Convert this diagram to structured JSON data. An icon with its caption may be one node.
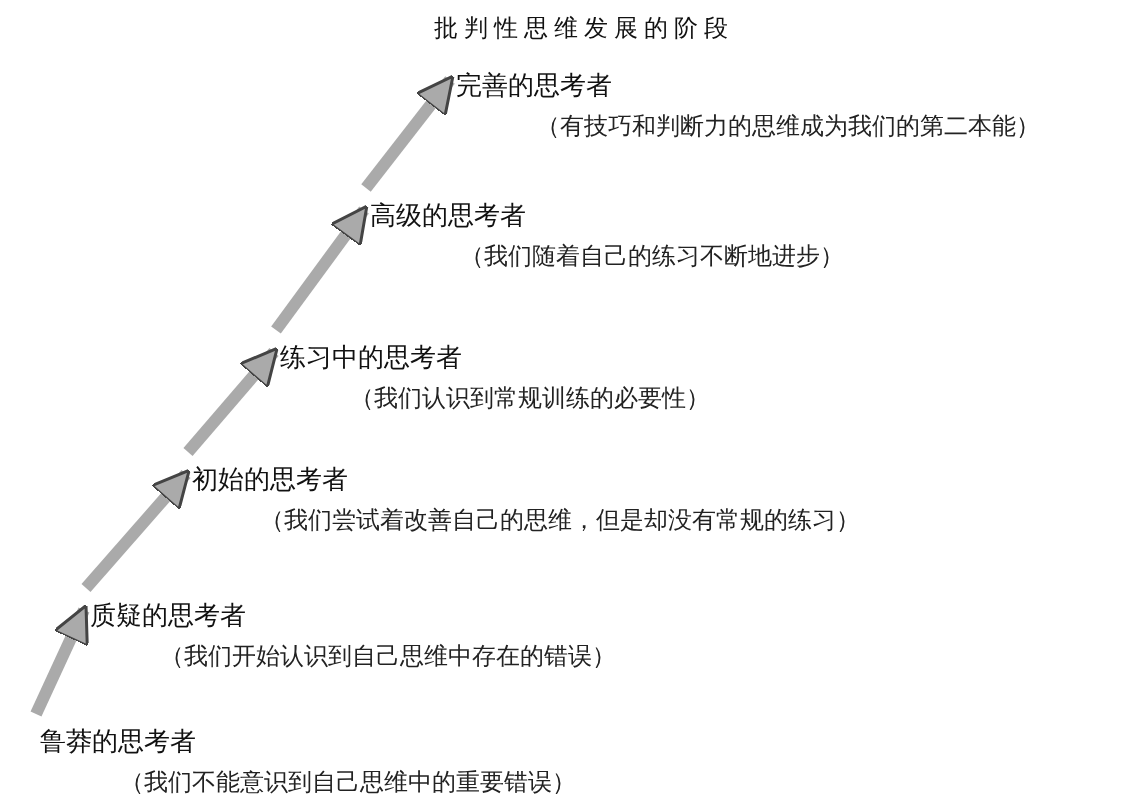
{
  "diagram": {
    "title": "批判性思维发展的阶段",
    "nodes": [
      {
        "text": [
          "鲁莽的思考者",
          "（我们不能意识到自己思维中的重要错误）"
        ]
      },
      {
        "text": [
          "质疑的思考者",
          "（我们开始认识到自己思维中存在的错误）"
        ]
      },
      {
        "text": [
          "初始的思考者",
          "（我们尝试着改善自己的思维，但是却没有常规的练习）"
        ]
      },
      {
        "text": [
          "练习中的思考者",
          "（我们认识到常规训练的必要性）"
        ]
      },
      {
        "text": [
          "高级的思考者",
          "（我们随着自己的练习不断地进步）"
        ]
      },
      {
        "text": [
          "完善的思考者",
          "（有技巧和判断力的思维成为我们的第二本能）"
        ]
      }
    ],
    "edges": [
      {
        "from": 0,
        "to": 1,
        "arrow": "to"
      },
      {
        "from": 1,
        "to": 2,
        "arrow": "to"
      },
      {
        "from": 2,
        "to": 3,
        "arrow": "to"
      },
      {
        "from": 3,
        "to": 4,
        "arrow": "to"
      },
      {
        "from": 4,
        "to": 5,
        "arrow": "to"
      }
    ]
  }
}
